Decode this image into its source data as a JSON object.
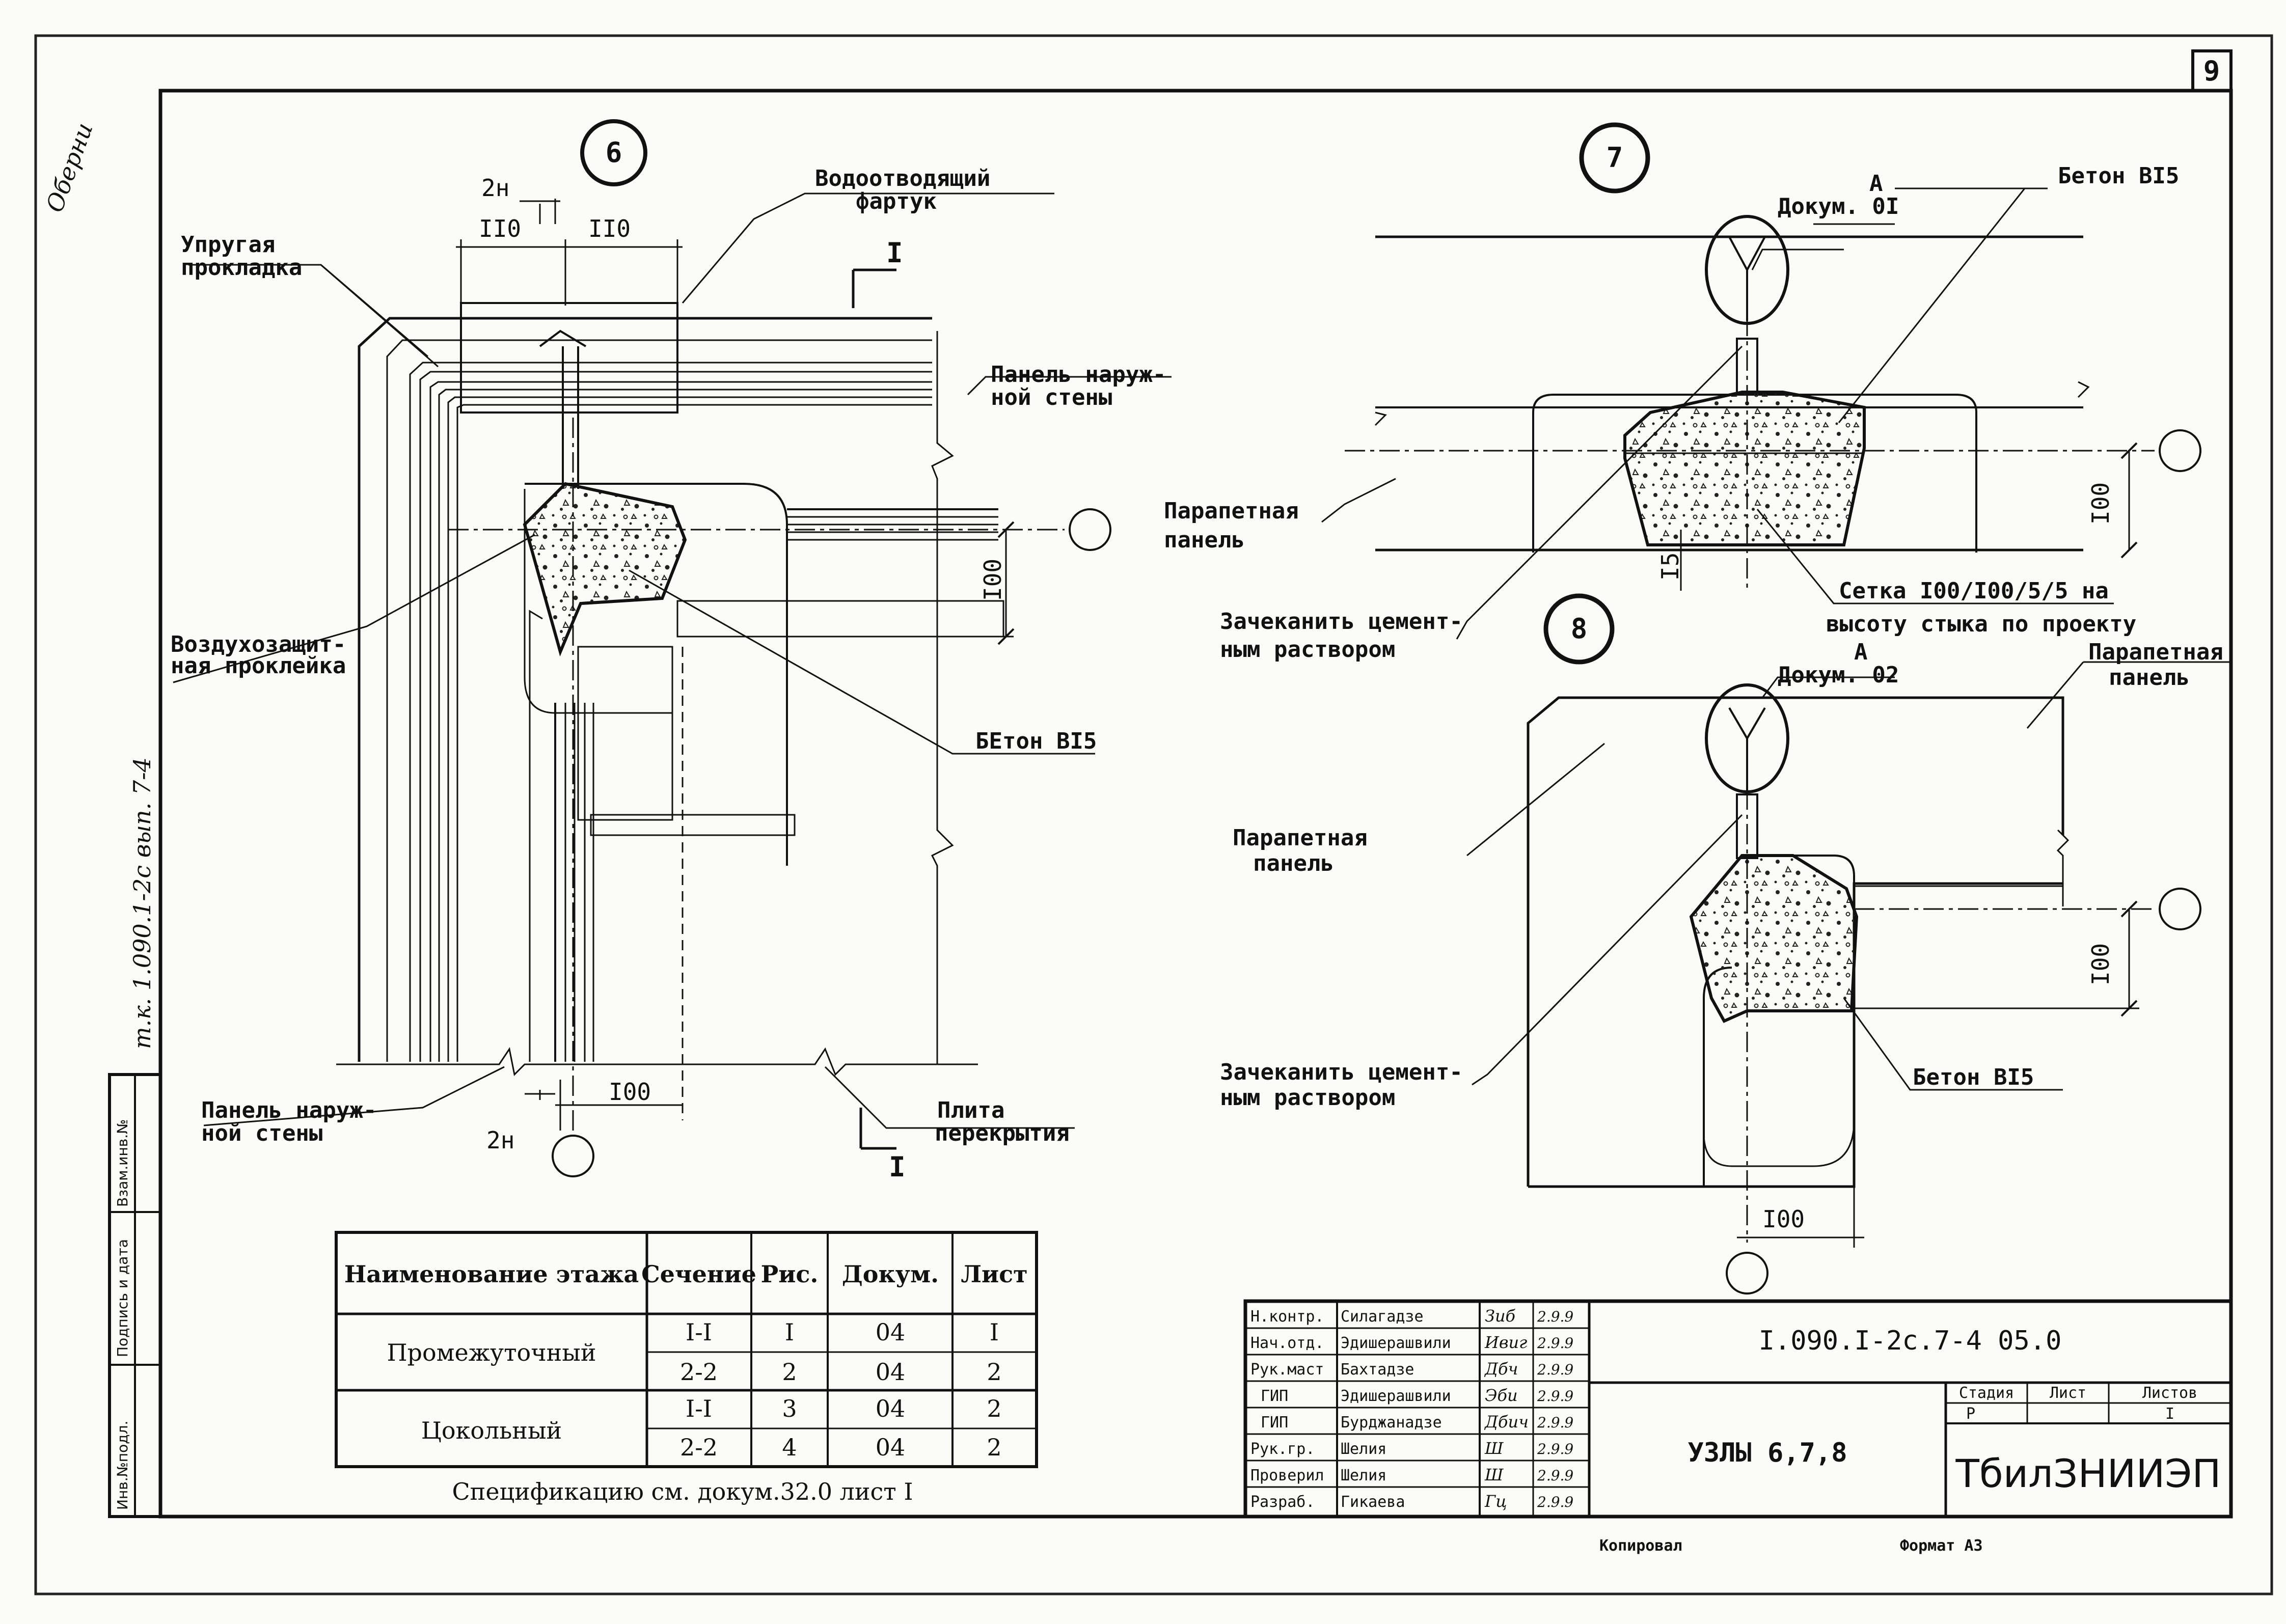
{
  "sheet": {
    "number": "9",
    "side_note": "т.к. 1.090.1-2с вып. 7-4",
    "corner_stamp": "Оберни"
  },
  "nodes": {
    "node6": "6",
    "node7": "7",
    "node8": "8"
  },
  "detail6": {
    "dim_2n_top": "2н",
    "dim_110_left": "II0",
    "dim_110_right": "II0",
    "lbl_drip_1": "Водоотводящий",
    "lbl_drip_2": "фартук",
    "lbl_gasket_1": "Упругая",
    "lbl_gasket_2": "прокладка",
    "section_mark_top": "I",
    "lbl_panel_1": "Панель наруж-",
    "lbl_panel_2": "ной стены",
    "dim_100_v": "I00",
    "lbl_air_1": "Воздухозащит-",
    "lbl_air_2": "ная проклейка",
    "lbl_concrete": "БЕтон BI5",
    "lbl_panel_b1": "Панель наруж-",
    "lbl_panel_b2": "ной стены",
    "dim_2n_bottom": "2н",
    "dim_100_h": "I00",
    "lbl_slab_1": "Плита",
    "lbl_slab_2": "перекрытия",
    "section_mark_bottom": "I"
  },
  "detail7": {
    "mark_a": "А",
    "docum": "Докум. 0I",
    "lbl_concrete": "Бетон BI5",
    "lbl_parapet_1": "Парапетная",
    "lbl_parapet_2": "панель",
    "dim_100": "I00",
    "dim_15": "I5",
    "lbl_caulk_1": "Зачеканить цемент-",
    "lbl_caulk_2": "ным раствором",
    "lbl_mesh_1": "Сетка I00/I00/5/5 на",
    "lbl_mesh_2": "высоту стыка по проекту"
  },
  "detail8": {
    "mark_a": "А",
    "docum": "Докум. 02",
    "lbl_parapet_r1": "Парапетная",
    "lbl_parapet_r2": "панель",
    "lbl_parapet_l1": "Парапетная",
    "lbl_parapet_l2": "панель",
    "dim_100_v": "I00",
    "lbl_caulk_1": "Зачеканить цемент-",
    "lbl_caulk_2": "ным раствором",
    "lbl_concrete": "Бетон BI5",
    "dim_100_h": "I00"
  },
  "spec_table": {
    "headers": [
      "Наименование этажа",
      "Сечение",
      "Рис.",
      "Докум.",
      "Лист"
    ],
    "groups": [
      {
        "name": "Промежуточный",
        "rows": [
          [
            "I-I",
            "I",
            "04",
            "I"
          ],
          [
            "2-2",
            "2",
            "04",
            "2"
          ]
        ]
      },
      {
        "name": "Цокольный",
        "rows": [
          [
            "I-I",
            "3",
            "04",
            "2"
          ],
          [
            "2-2",
            "4",
            "04",
            "2"
          ]
        ]
      }
    ],
    "note": "Спецификацию см. докум.32.0 лист I"
  },
  "side_stamp": {
    "cells": [
      "Инв.№подл.",
      "Подпись и дата",
      "Взам.инв.№"
    ]
  },
  "title_block": {
    "roles": [
      "Н.контр.",
      "Нач.отд.",
      "Рук.маст",
      "ГИП",
      "ГИП",
      "Рук.гр.",
      "Проверил",
      "Разраб."
    ],
    "names": [
      "Силагадзе",
      "Эдишерашвили",
      "Бахтадзе",
      "Эдишерашвили",
      "Бурджанадзе",
      "Шелия",
      "Шелия",
      "Гикаева"
    ],
    "signatures": [
      "Зиб",
      "Ивиг",
      "Дбч",
      "Эби",
      "Дбич",
      "Ш",
      "Ш",
      "Гц"
    ],
    "dates": [
      "2.9.9",
      "2.9.9",
      "2.9.9",
      "2.9.9",
      "2.9.9",
      "2.9.9",
      "2.9.9",
      "2.9.9"
    ],
    "doc_code": "I.090.I-2с.7-4 05.0",
    "title": "УЗЛЫ 6,7,8",
    "stage_label": "Стадия",
    "sheet_label": "Лист",
    "sheets_label": "Листов",
    "stage_value": "Р",
    "sheet_value": "",
    "sheets_value": "I",
    "org": "ТбилЗНИИЭП",
    "copied": "Копировал",
    "format": "Формат А3"
  }
}
